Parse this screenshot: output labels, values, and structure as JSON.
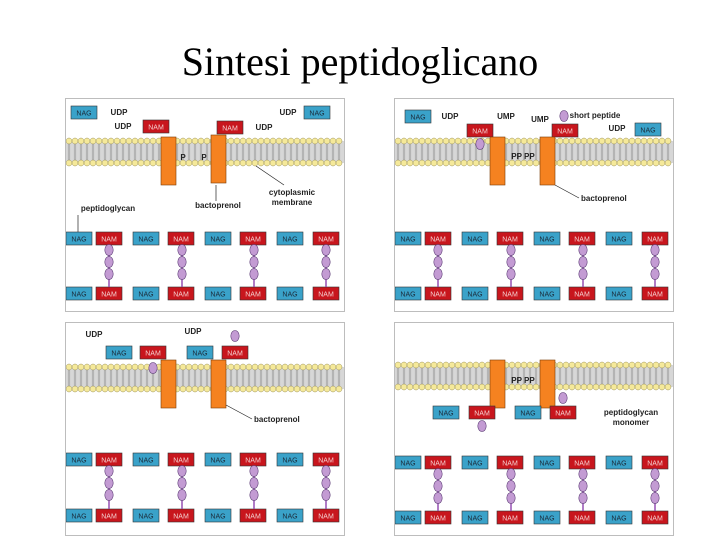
{
  "title": "Sintesi peptidoglicano",
  "colors": {
    "nag": "#3aa2c9",
    "nam": "#c8161d",
    "bactoprenol": "#f58220",
    "peptide": "#c39bd3",
    "lipid_head": "#f5e99a",
    "membrane_band": "#d7d7d7",
    "peptide_link": "#8e44ad"
  },
  "icons": [
    "phosphate-icon",
    "peptide-icon"
  ],
  "labels": {
    "nag": "NAG",
    "nam": "NAM",
    "udp": "UDP",
    "ump": "UMP",
    "p": "P",
    "pp": "PP",
    "ppp": "PP PP",
    "bactoprenol": "bactoprenol",
    "peptidoglycan": "peptidoglycan",
    "cytoplasmic_membrane": [
      "cytoplasmic",
      "membrane"
    ],
    "short_peptide": "short peptide",
    "peptidoglycan_monomer": [
      "peptidoglycan",
      "monomer"
    ]
  },
  "wall_row": [
    "NAG",
    "NAM",
    "NAG",
    "NAM",
    "NAG",
    "NAM",
    "NAG",
    "NAM"
  ]
}
